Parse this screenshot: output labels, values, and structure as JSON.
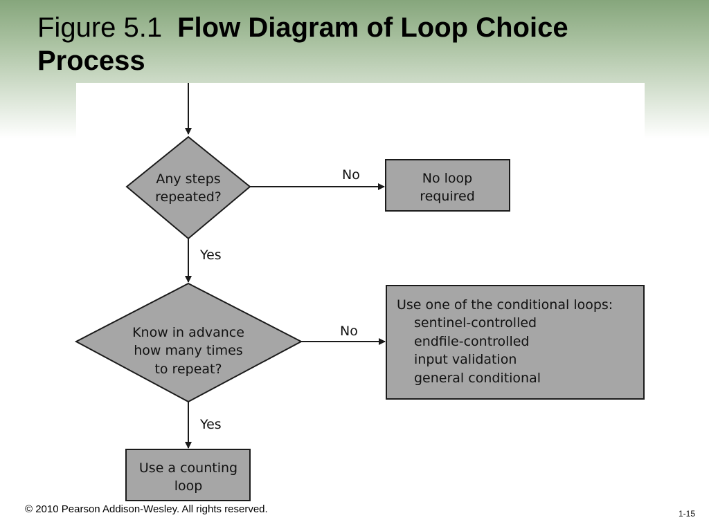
{
  "slide": {
    "figure_label": "Figure 5.1",
    "title": "Flow Diagram of Loop Choice Process",
    "copyright": "© 2010 Pearson Addison-Wesley. All rights reserved.",
    "page_number": "1-15"
  },
  "diagram": {
    "decision1": [
      "Any steps",
      "repeated?"
    ],
    "decision2": [
      "Know in advance",
      "how many times",
      "to repeat?"
    ],
    "no_loop_box": [
      "No loop",
      "required"
    ],
    "conditional_box": {
      "heading": "Use one of the conditional loops:",
      "items": [
        "sentinel-controlled",
        "endfile-controlled",
        "input validation",
        "general conditional"
      ]
    },
    "counting_box": [
      "Use a counting",
      "loop"
    ],
    "label_no_1": "No",
    "label_yes_1": "Yes",
    "label_no_2": "No",
    "label_yes_2": "Yes",
    "colors": {
      "shape_fill": "#a6a6a6",
      "stroke": "#1a1a1a",
      "accent_green": "#86a67c"
    }
  }
}
